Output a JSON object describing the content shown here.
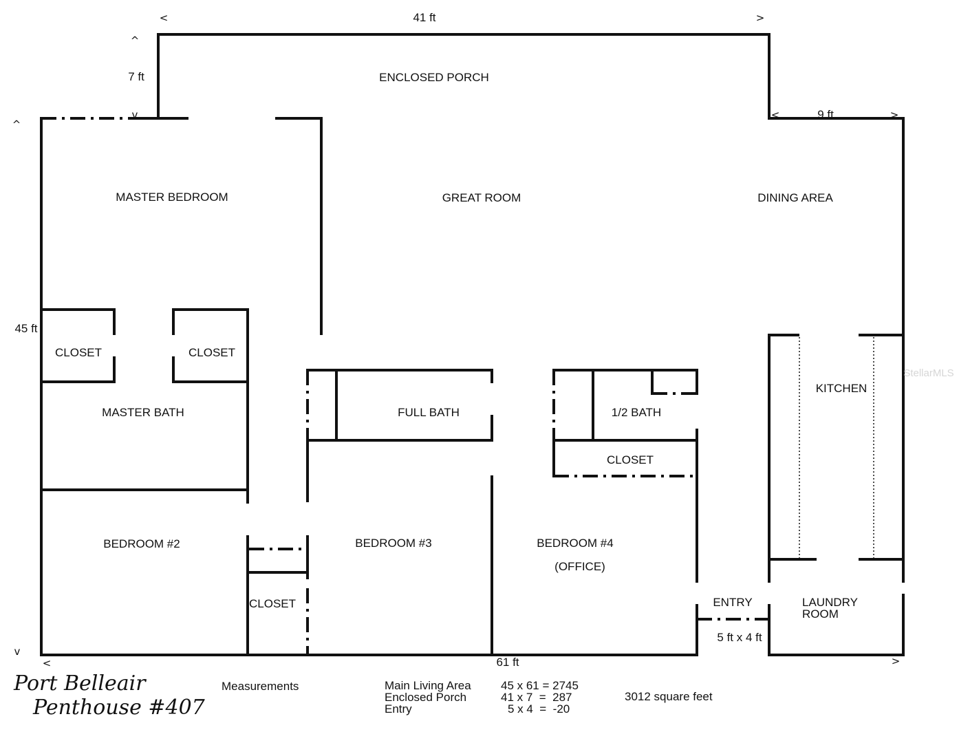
{
  "dimensions": {
    "top_width": "41 ft",
    "porch_depth": "7 ft",
    "dining_width": "9 ft",
    "height": "45 ft",
    "bottom_width": "61 ft",
    "entry_size": "5 ft x 4 ft"
  },
  "rooms": {
    "enclosed_porch": "ENCLOSED PORCH",
    "master_bedroom": "MASTER BEDROOM",
    "great_room": "GREAT ROOM",
    "dining_area": "DINING AREA",
    "closet_left": "CLOSET",
    "closet_right": "CLOSET",
    "master_bath": "MASTER BATH",
    "full_bath": "FULL BATH",
    "half_bath": "1/2 BATH",
    "closet_office": "CLOSET",
    "kitchen": "KITCHEN",
    "bedroom2": "BEDROOM #2",
    "bedroom3": "BEDROOM #3",
    "bedroom4": "BEDROOM #4",
    "office": "(OFFICE)",
    "closet_hall": "CLOSET",
    "entry": "ENTRY",
    "laundry_line1": "LAUNDRY",
    "laundry_line2": "ROOM"
  },
  "measurements": {
    "heading": "Measurements",
    "rows": [
      {
        "label": "Main Living Area",
        "calc": "45 x 61 = 2745"
      },
      {
        "label": "Enclosed Porch",
        "calc": "41 x 7  =  287"
      },
      {
        "label": "Entry",
        "calc": "5 x 4  =  -20"
      }
    ],
    "total": "3012 square feet"
  },
  "handwritten": {
    "line1": "Port Belleair",
    "line2": "Penthouse #407"
  },
  "watermark": "StellarMLS"
}
